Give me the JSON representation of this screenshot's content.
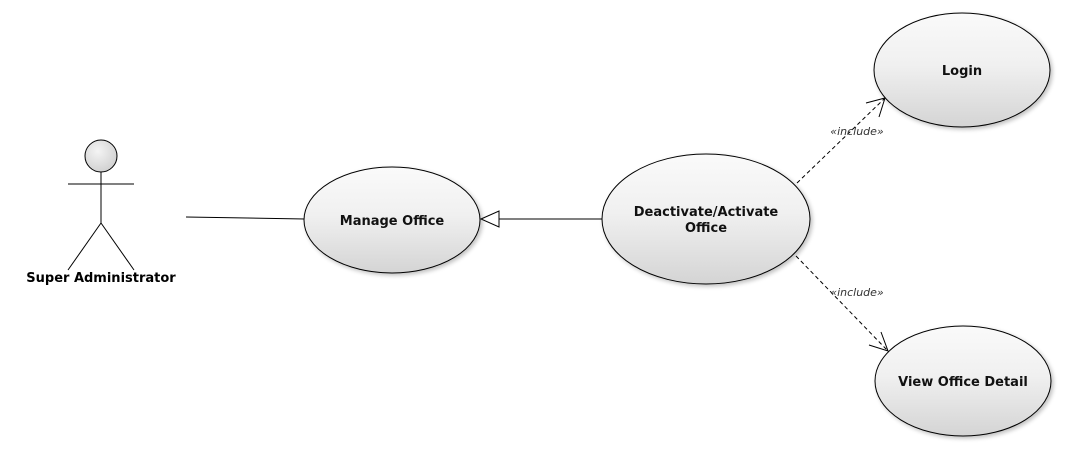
{
  "actor": {
    "name": "Super Administrator"
  },
  "use_cases": {
    "manage_office": "Manage Office",
    "deactivate_activate_line1": "Deactivate/Activate",
    "deactivate_activate_line2": "Office",
    "login": "Login",
    "view_office_detail": "View Office Detail"
  },
  "relations": {
    "include_login": "«include»",
    "include_view": "«include»"
  },
  "colors": {
    "ellipse_light": "#fafafa",
    "ellipse_dark": "#d2d2d2",
    "stroke": "#000000",
    "actor_head": "#e6e6e6"
  }
}
